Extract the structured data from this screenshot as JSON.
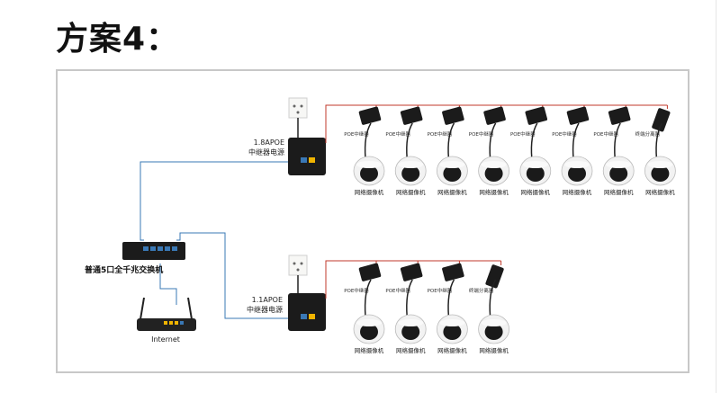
{
  "title": "方案4：",
  "switch_label": "普通5口全千兆交换机",
  "router_label": "Internet",
  "groups": [
    {
      "power_label_1": "1.8APOE",
      "power_label_2": "中继器电源",
      "devices": [
        {
          "box_label": "POE中继器",
          "camera_label": "网络摄像机"
        },
        {
          "box_label": "POE中继器",
          "camera_label": "网络摄像机"
        },
        {
          "box_label": "POE中继器",
          "camera_label": "网络摄像机"
        },
        {
          "box_label": "POE中继器",
          "camera_label": "网络摄像机"
        },
        {
          "box_label": "POE中继器",
          "camera_label": "网络摄像机"
        },
        {
          "box_label": "POE中继器",
          "camera_label": "网络摄像机"
        },
        {
          "box_label": "POE中继器",
          "camera_label": "网络摄像机"
        },
        {
          "box_label": "终端分离器",
          "camera_label": "网络摄像机"
        }
      ]
    },
    {
      "power_label_1": "1.1APOE",
      "power_label_2": "中继器电源",
      "devices": [
        {
          "box_label": "POE中继器",
          "camera_label": "网络摄像机"
        },
        {
          "box_label": "POE中继器",
          "camera_label": "网络摄像机"
        },
        {
          "box_label": "POE中继器",
          "camera_label": "网络摄像机"
        },
        {
          "box_label": "终端分离器",
          "camera_label": "网络摄像机"
        }
      ]
    }
  ],
  "colors": {
    "network_cable": "#3a78b5",
    "power_cable": "#c0392b",
    "device_dark": "#1b1b1b",
    "camera_body": "#f2f2f2",
    "port_yellow": "#f0b400"
  }
}
